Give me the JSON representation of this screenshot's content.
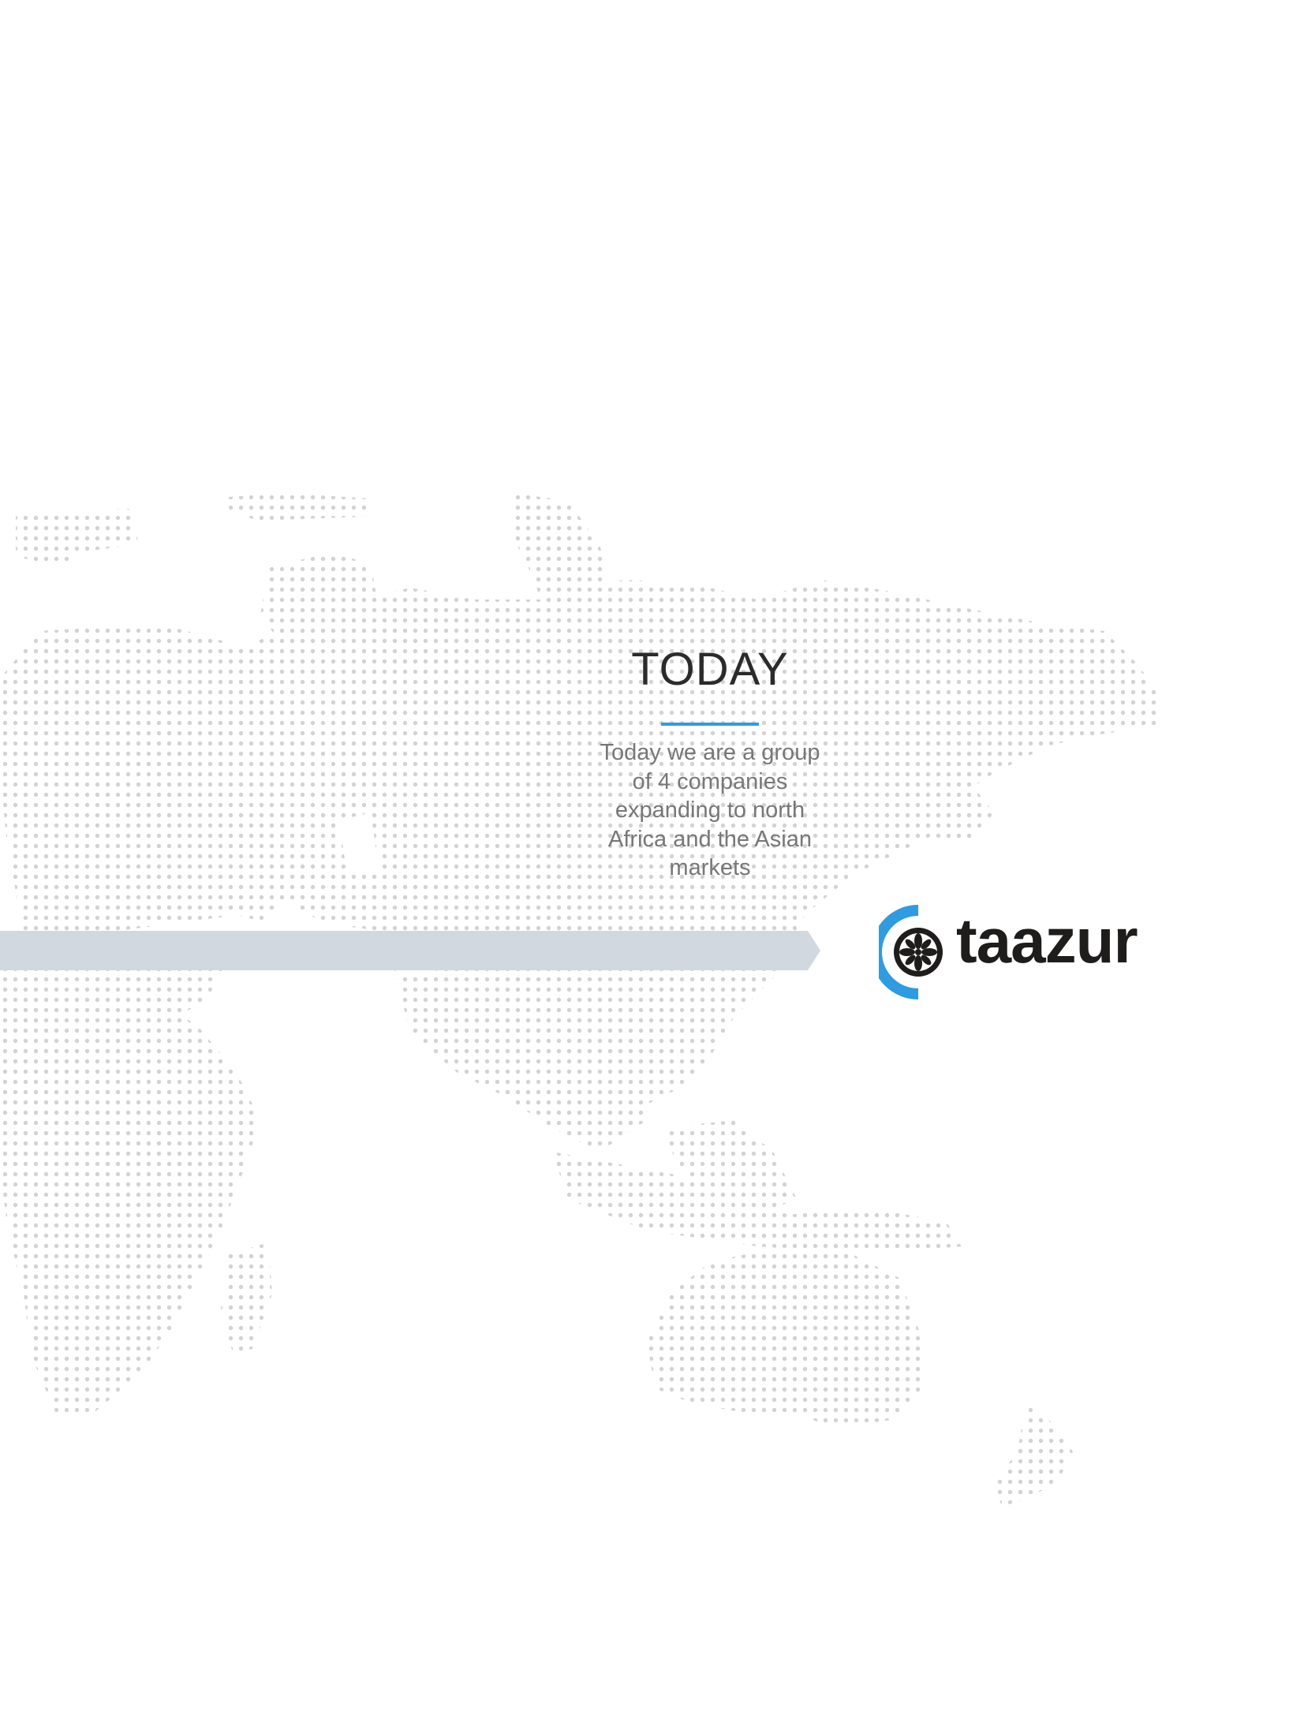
{
  "section": {
    "heading": "TODAY",
    "body": "Today we are a group of 4 companies expanding to north Africa and the Asian markets"
  },
  "brand": {
    "name": "taazur",
    "color_primary": "#2f9be0",
    "color_text": "#1f1c1c"
  },
  "colors": {
    "accent_rule": "#2f9be0",
    "map_dots": "#d3d3d3",
    "timeline_bar": "#d2d8df",
    "heading": "#2b2b2b",
    "body": "#777777"
  },
  "icons": {
    "map": "world-dot-map-icon",
    "logo": "flower-in-crescent-icon"
  }
}
